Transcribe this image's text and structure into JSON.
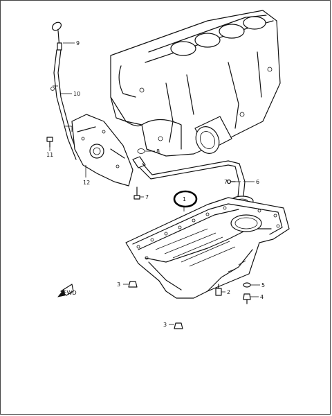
{
  "callouts": {
    "c1": "1",
    "c2": "2",
    "c3a": "3",
    "c3b": "3",
    "c4": "4",
    "c5": "5",
    "c6": "6",
    "c7a": "7",
    "c7b": "7",
    "c8": "8",
    "c9": "9",
    "c10": "10",
    "c11": "11",
    "c12": "12"
  },
  "fwd_mark": "FWD",
  "colors": {
    "line": "#111111",
    "highlight": "#000000",
    "background": "#ffffff"
  }
}
